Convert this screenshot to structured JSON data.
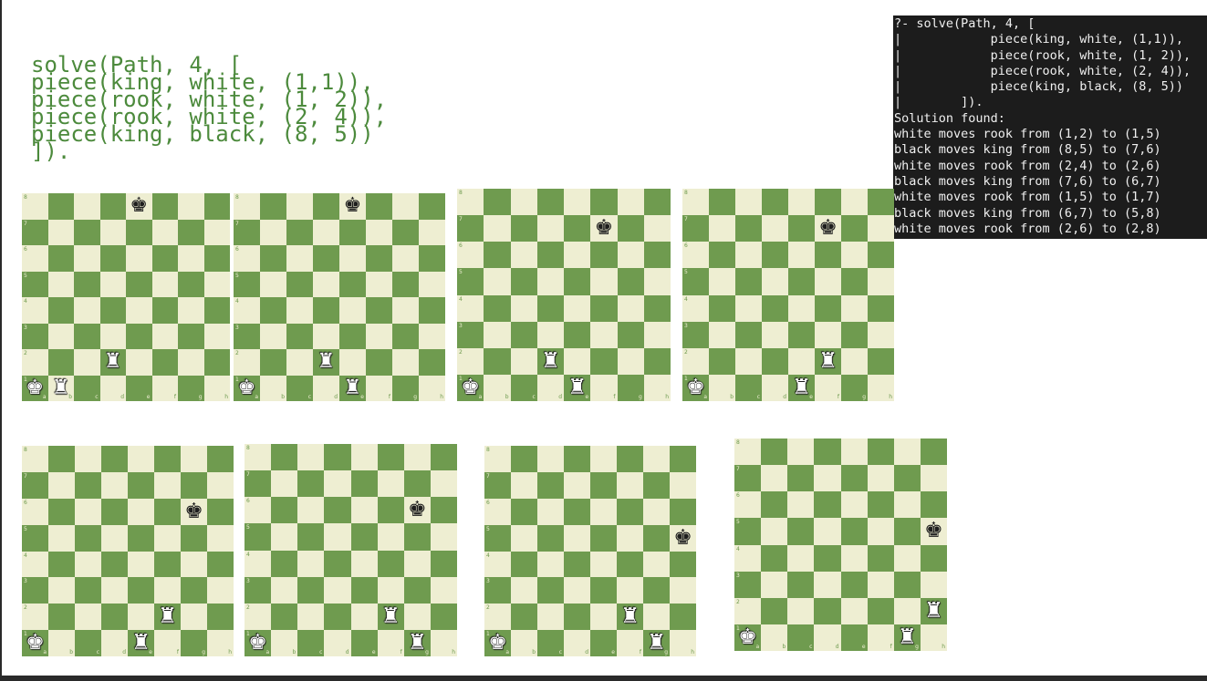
{
  "code_lines": [
    "solve(Path, 4, [",
    "piece(king, white, (1,1)),",
    "piece(rook, white, (1, 2)),",
    "piece(rook, white, (2, 4)),",
    "piece(king, black, (8, 5))",
    "])."
  ],
  "terminal_lines": [
    "?- solve(Path, 4, [",
    "|            piece(king, white, (1,1)),",
    "|            piece(rook, white, (1, 2)),",
    "|            piece(rook, white, (2, 4)),",
    "|            piece(king, black, (8, 5))",
    "|        ]).",
    "Solution found:",
    "white moves rook from (1,2) to (1,5)",
    "black moves king from (8,5) to (7,6)",
    "white moves rook from (2,4) to (2,6)",
    "black moves king from (7,6) to (6,7)",
    "white moves rook from (1,5) to (1,7)",
    "black moves king from (6,7) to (5,8)",
    "white moves rook from (2,6) to (2,8)"
  ],
  "files": [
    "a",
    "b",
    "c",
    "d",
    "e",
    "f",
    "g",
    "h"
  ],
  "ranks": [
    "8",
    "7",
    "6",
    "5",
    "4",
    "3",
    "2",
    "1"
  ],
  "colors": {
    "light": "#eeeed2",
    "dark": "#6f9b4f",
    "code": "#4c8a3c",
    "terminal_bg": "#1c1c1c"
  },
  "glyphs": {
    "king": "♚",
    "rook": "♜"
  },
  "boards": [
    {
      "pieces": [
        {
          "type": "king",
          "color": "white",
          "square": "a1"
        },
        {
          "type": "rook",
          "color": "white",
          "square": "b1"
        },
        {
          "type": "rook",
          "color": "white",
          "square": "d2"
        },
        {
          "type": "king",
          "color": "black",
          "square": "e8"
        }
      ]
    },
    {
      "pieces": [
        {
          "type": "king",
          "color": "white",
          "square": "a1"
        },
        {
          "type": "rook",
          "color": "white",
          "square": "e1"
        },
        {
          "type": "rook",
          "color": "white",
          "square": "d2"
        },
        {
          "type": "king",
          "color": "black",
          "square": "e8"
        }
      ]
    },
    {
      "pieces": [
        {
          "type": "king",
          "color": "white",
          "square": "a1"
        },
        {
          "type": "rook",
          "color": "white",
          "square": "e1"
        },
        {
          "type": "rook",
          "color": "white",
          "square": "d2"
        },
        {
          "type": "king",
          "color": "black",
          "square": "f7"
        }
      ]
    },
    {
      "pieces": [
        {
          "type": "king",
          "color": "white",
          "square": "a1"
        },
        {
          "type": "rook",
          "color": "white",
          "square": "e1"
        },
        {
          "type": "rook",
          "color": "white",
          "square": "f2"
        },
        {
          "type": "king",
          "color": "black",
          "square": "f7"
        }
      ]
    },
    {
      "pieces": [
        {
          "type": "king",
          "color": "white",
          "square": "a1"
        },
        {
          "type": "rook",
          "color": "white",
          "square": "e1"
        },
        {
          "type": "rook",
          "color": "white",
          "square": "f2"
        },
        {
          "type": "king",
          "color": "black",
          "square": "g6"
        }
      ]
    },
    {
      "pieces": [
        {
          "type": "king",
          "color": "white",
          "square": "a1"
        },
        {
          "type": "rook",
          "color": "white",
          "square": "g1"
        },
        {
          "type": "rook",
          "color": "white",
          "square": "f2"
        },
        {
          "type": "king",
          "color": "black",
          "square": "g6"
        }
      ]
    },
    {
      "pieces": [
        {
          "type": "king",
          "color": "white",
          "square": "a1"
        },
        {
          "type": "rook",
          "color": "white",
          "square": "g1"
        },
        {
          "type": "rook",
          "color": "white",
          "square": "f2"
        },
        {
          "type": "king",
          "color": "black",
          "square": "h5"
        }
      ]
    },
    {
      "pieces": [
        {
          "type": "king",
          "color": "white",
          "square": "a1"
        },
        {
          "type": "rook",
          "color": "white",
          "square": "g1"
        },
        {
          "type": "rook",
          "color": "white",
          "square": "h2"
        },
        {
          "type": "king",
          "color": "black",
          "square": "h5"
        }
      ]
    }
  ]
}
